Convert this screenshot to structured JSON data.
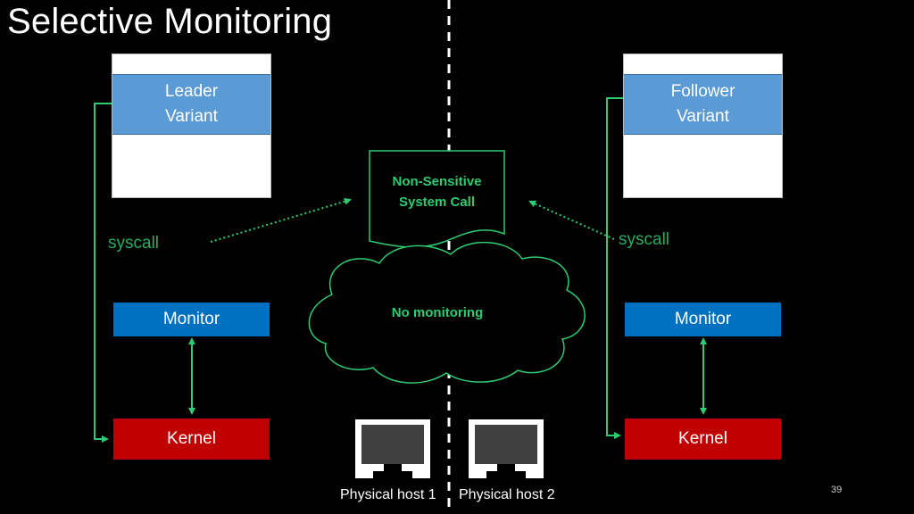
{
  "slide": {
    "title": "Selective Monitoring",
    "page_number": "39"
  },
  "left": {
    "variant_label": "Leader\nVariant",
    "syscall_label": "syscall",
    "monitor_label": "Monitor",
    "kernel_label": "Kernel"
  },
  "right": {
    "variant_label": "Follower\nVariant",
    "syscall_label": "syscall",
    "monitor_label": "Monitor",
    "kernel_label": "Kernel"
  },
  "center": {
    "document_label": "Non-Sensitive\nSystem Call",
    "cloud_label": "No monitoring"
  },
  "hosts": [
    {
      "label": "Physical host 1",
      "icon": "monitor-icon"
    },
    {
      "label": "Physical host 2",
      "icon": "monitor-icon"
    }
  ],
  "colors": {
    "background": "#000000",
    "variant_band": "#5b9bd5",
    "monitor": "#0070c0",
    "kernel": "#c00000",
    "connector": "#2ecc71"
  }
}
